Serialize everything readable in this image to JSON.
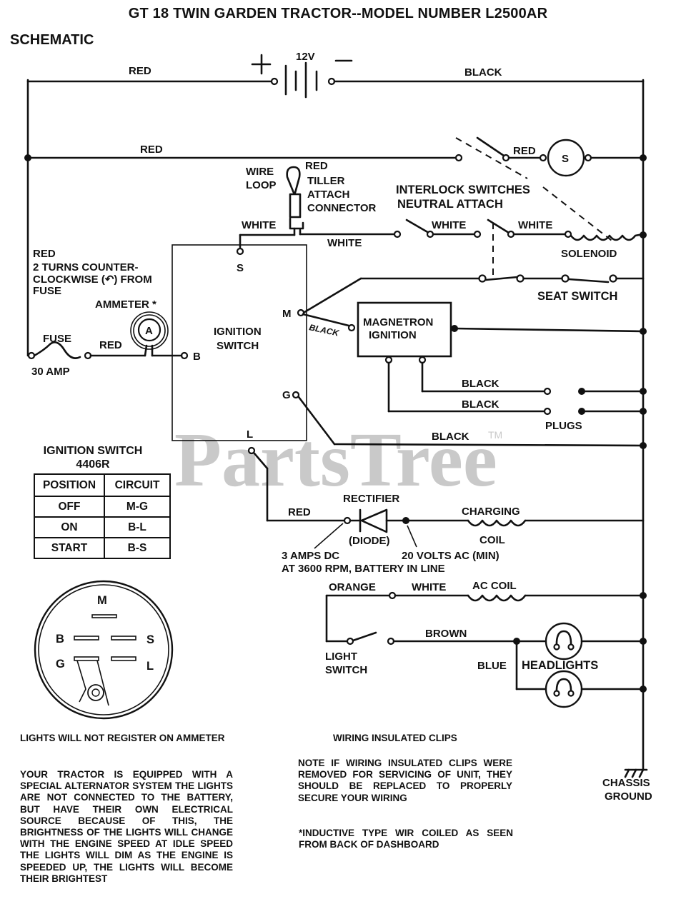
{
  "header": {
    "title": "GT 18 TWIN GARDEN TRACTOR--MODEL NUMBER L2500AR",
    "subtitle": "SCHEMATIC"
  },
  "watermark": {
    "text": "PartsTree",
    "trademark": "TM"
  },
  "battery": {
    "voltage": "12V",
    "positive": "+",
    "negative": "—"
  },
  "wires": {
    "battery_positive": "RED",
    "battery_negative": "BLACK",
    "main_red": "RED",
    "starter_red": "RED",
    "tiller_white_left": "WHITE",
    "tiller_white_right": "WHITE",
    "interlock_white_1": "WHITE",
    "interlock_white_2": "WHITE",
    "fuse_side_red": "RED",
    "fuse_to_ammeter": "RED",
    "m_to_magnetron": "BLACK",
    "plug_wire_1": "BLACK",
    "plug_wire_2": "BLACK",
    "g_to_ground": "BLACK",
    "l_to_rectifier": "RED",
    "light_orange": "ORANGE",
    "light_white": "WHITE",
    "light_brown": "BROWN",
    "headlight_blue": "BLUE"
  },
  "components": {
    "starter": "S",
    "wire_loop": [
      "WIRE",
      "LOOP"
    ],
    "tiller_connector": [
      "RED",
      "TILLER",
      "ATTACH",
      "CONNECTOR"
    ],
    "interlock": [
      "INTERLOCK SWITCHES",
      "NEUTRAL ATTACH"
    ],
    "solenoid": "SOLENOID",
    "seat_switch": "SEAT SWITCH",
    "ammeter_note": [
      "2 TURNS COUNTER-",
      "CLOCKWISE (↶) FROM",
      "FUSE"
    ],
    "ammeter": "AMMETER *",
    "ammeter_symbol": "A",
    "fuse": "FUSE",
    "fuse_rating": "30 AMP",
    "ignition_switch": [
      "IGNITION",
      "SWITCH"
    ],
    "ignition_terminals": {
      "s": "S",
      "m": "M",
      "b": "B",
      "g": "G",
      "l": "L"
    },
    "magnetron": [
      "MAGNETRON",
      "IGNITION"
    ],
    "plugs": "PLUGS",
    "rectifier": "RECTIFIER",
    "diode": "(DIODE)",
    "charging_coil": [
      "CHARGING",
      "COIL"
    ],
    "rectifier_output": [
      "3 AMPS DC",
      "AT 3600 RPM, BATTERY IN LINE"
    ],
    "rectifier_input": "20 VOLTS AC (MIN)",
    "ac_coil": "AC COIL",
    "light_switch": [
      "LIGHT",
      "SWITCH"
    ],
    "headlights": "HEADLIGHTS",
    "chassis_ground": [
      "CHASSIS",
      "GROUND"
    ]
  },
  "ignition_table": {
    "title": "IGNITION SWITCH",
    "part_number": "4406R",
    "headers": [
      "POSITION",
      "CIRCUIT"
    ],
    "rows": [
      {
        "position": "OFF",
        "circuit": "M-G"
      },
      {
        "position": "ON",
        "circuit": "B-L"
      },
      {
        "position": "START",
        "circuit": "B-S"
      }
    ]
  },
  "switch_face": {
    "terminals": [
      "M",
      "B",
      "S",
      "G",
      "L"
    ]
  },
  "notes": {
    "ammeter_note": "LIGHTS WILL NOT REGISTER ON AMMETER",
    "alternator_note": "YOUR TRACTOR IS EQUIPPED WITH A SPECIAL ALTERNATOR SYSTEM  THE LIGHTS ARE NOT CONNECTED TO THE BATTERY, BUT HAVE THEIR OWN ELECTRICAL SOURCE  BECAUSE OF THIS, THE BRIGHTNESS OF THE LIGHTS WILL CHANGE WITH THE ENGINE SPEED  AT IDLE SPEED THE LIGHTS WILL DIM  AS THE ENGINE IS SPEEDED UP, THE LIGHTS WILL BECOME THEIR BRIGHTEST",
    "clips_title": "WIRING INSULATED CLIPS",
    "clips_note": "NOTE  IF WIRING INSULATED CLIPS WERE REMOVED FOR SERVICING OF UNIT, THEY SHOULD BE REPLACED TO PROPERLY SECURE YOUR WIRING",
    "inductive_note": "*INDUCTIVE TYPE  WIR COILED AS SEEN FROM BACK OF DASHBOARD"
  }
}
